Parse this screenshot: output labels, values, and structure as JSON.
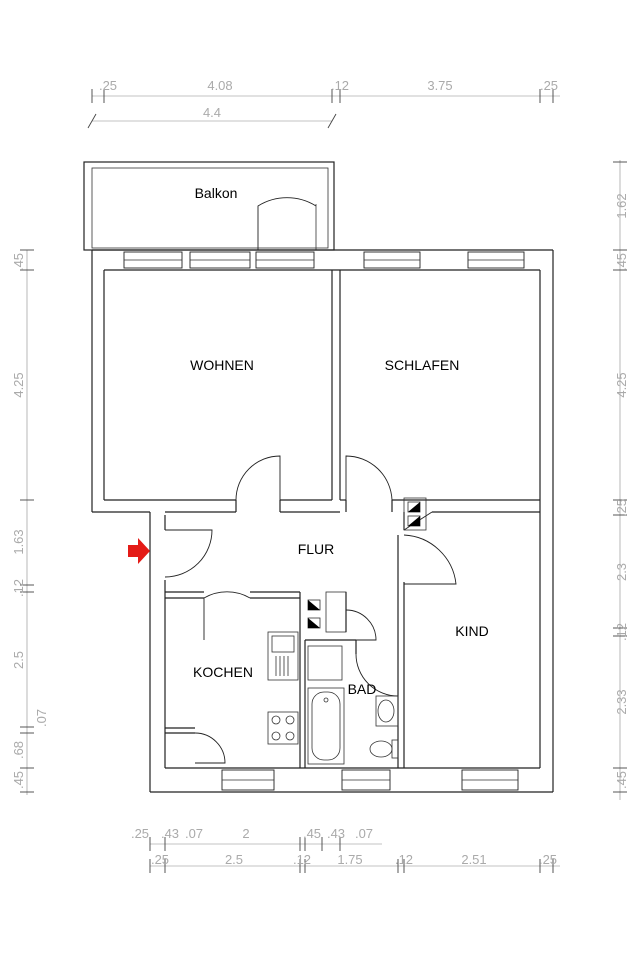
{
  "rooms": {
    "balkon": "Balkon",
    "wohnen": "WOHNEN",
    "schlafen": "SCHLAFEN",
    "flur": "FLUR",
    "kind": "KIND",
    "kochen": "KOCHEN",
    "bad": "BAD"
  },
  "dims_top": {
    "row1": [
      ".25",
      "4.08",
      ".12",
      "3.75",
      ".25"
    ],
    "row2": [
      "4.4"
    ]
  },
  "dims_bottom": {
    "row1": [
      ".25",
      ".43",
      ".07",
      "2",
      ".45",
      ".43",
      ".07"
    ],
    "row2": [
      ".25",
      "2.5",
      ".12",
      "1.75",
      ".12",
      "2.51",
      ".25"
    ]
  },
  "dims_left": [
    ".45",
    "4.25",
    "1.63",
    ".12",
    "2.5",
    ".07",
    ".68",
    ".45"
  ],
  "dims_right": [
    "1.62",
    ".45",
    "4.25",
    ".25",
    "2.3",
    ".12",
    "2.33",
    ".45"
  ],
  "colors": {
    "entrance_arrow": "#e41b17",
    "wall": "#222222",
    "dimension_text": "#aaaaaa"
  },
  "icons": {
    "entrance": "entrance-arrow-icon"
  }
}
